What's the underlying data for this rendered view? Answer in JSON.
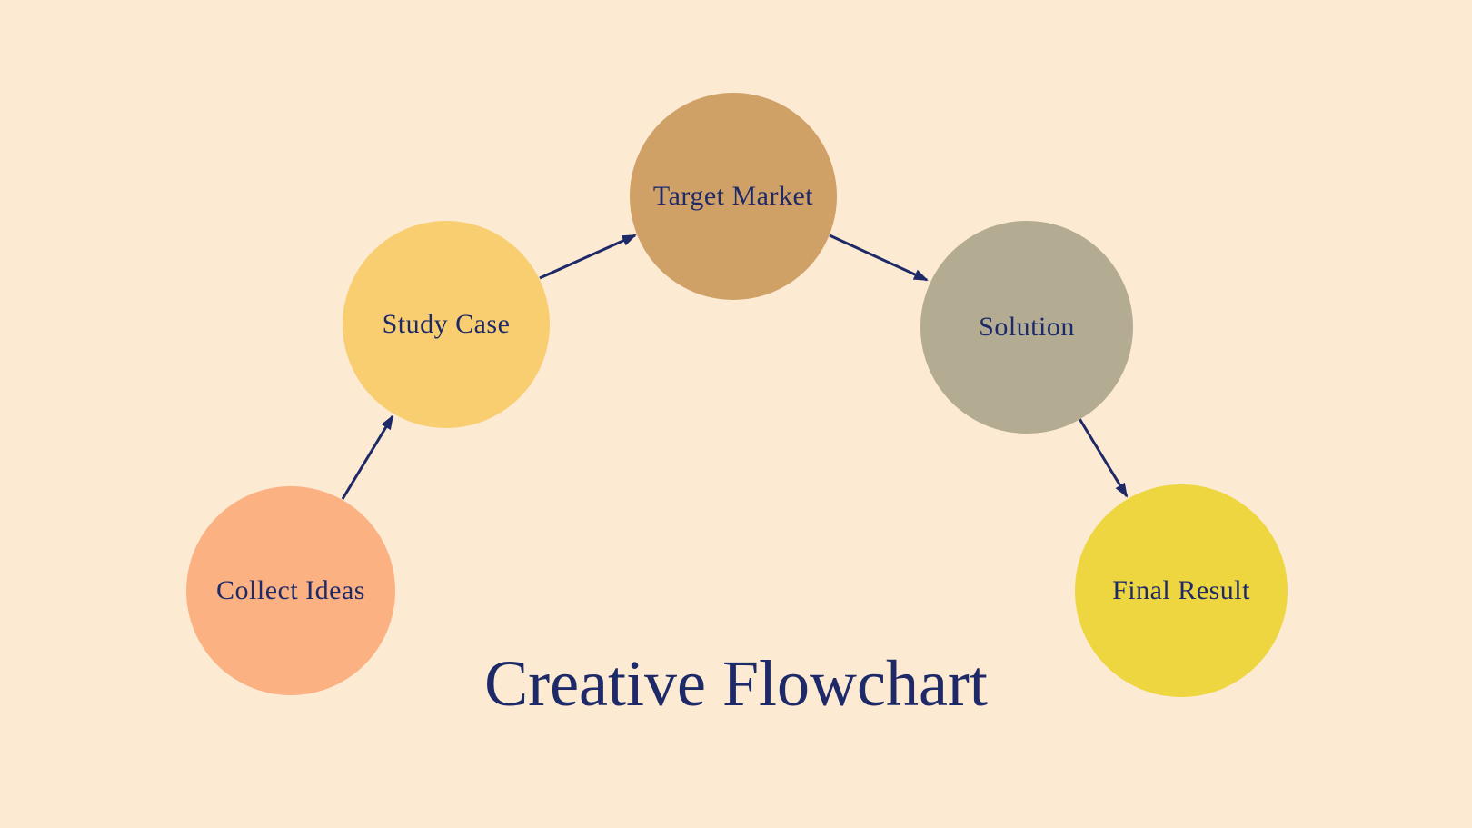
{
  "title": "Creative Flowchart",
  "colors": {
    "background": "#FCEAD3",
    "text": "#1E2A68",
    "arrow": "#1E2A68"
  },
  "nodes": [
    {
      "id": "collect-ideas",
      "label": "Collect Ideas",
      "color": "#FBB182"
    },
    {
      "id": "study-case",
      "label": "Study Case",
      "color": "#F8CE70"
    },
    {
      "id": "target-market",
      "label": "Target Market",
      "color": "#D0A167"
    },
    {
      "id": "solution",
      "label": "Solution",
      "color": "#B3AC93"
    },
    {
      "id": "final-result",
      "label": "Final Result",
      "color": "#EDD640"
    }
  ],
  "edges": [
    {
      "from": "collect-ideas",
      "to": "study-case"
    },
    {
      "from": "study-case",
      "to": "target-market"
    },
    {
      "from": "target-market",
      "to": "solution"
    },
    {
      "from": "solution",
      "to": "final-result"
    }
  ]
}
